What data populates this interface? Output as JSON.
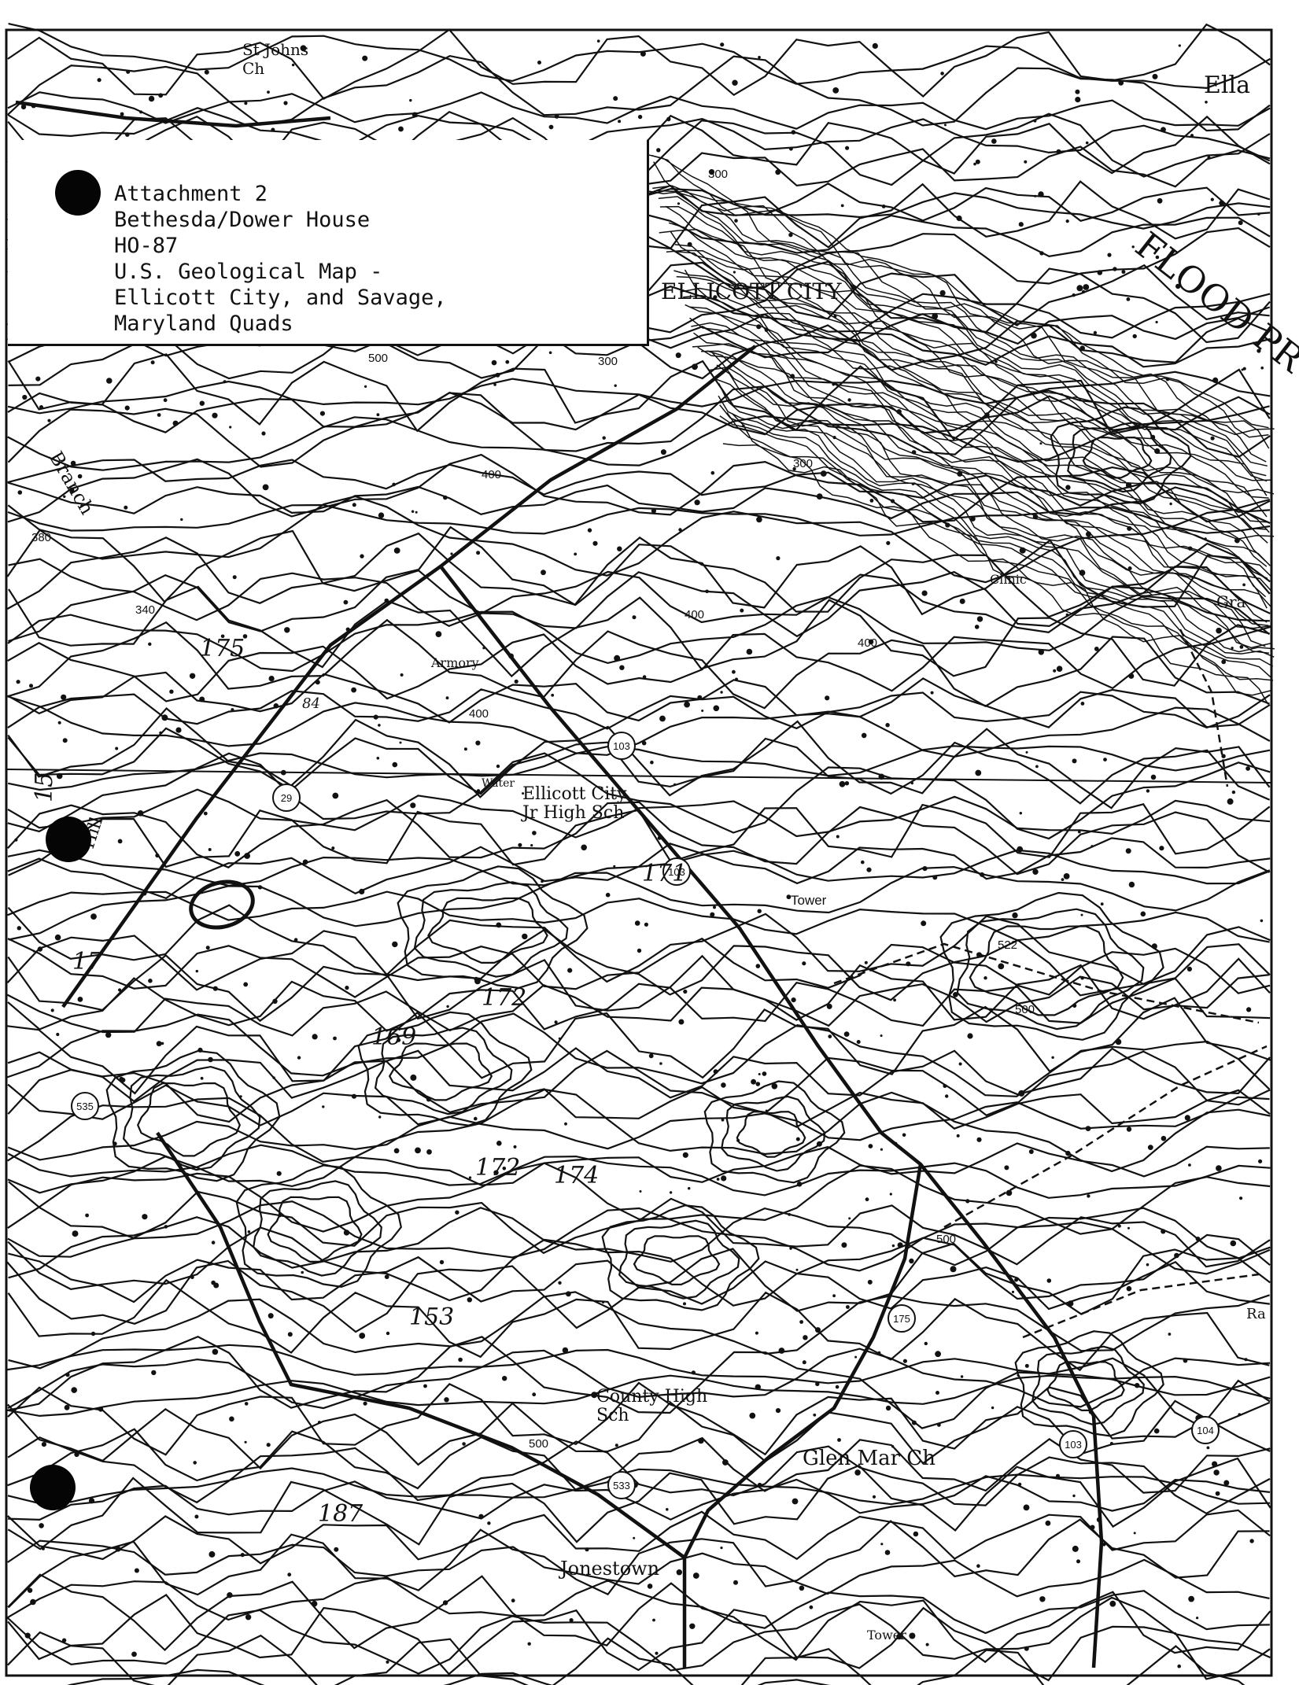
{
  "caption": {
    "lines": [
      "Attachment 2",
      "Bethesda/Dower House",
      "HO-87",
      "U.S. Geological Map -",
      "Ellicott City, and Savage,",
      "Maryland Quads"
    ]
  },
  "map": {
    "place_labels": {
      "st_johns": "St Johns",
      "ch": "Ch",
      "ella": "Ella",
      "ellicott_city_top": "ELLICOTT CITY",
      "flood_prone": "FLOOD PR",
      "armory": "Armory",
      "water": "Water",
      "ellicott_city_school": "Ellicott City",
      "jr_high": "Jr High Sch",
      "tower_mid": "Tower",
      "branch": "Branch",
      "priest_clinic": "Clinic",
      "county_high": "County High",
      "county_sch": "Sch",
      "glen_mar": "Glen Mar Ch",
      "jonestown": "Jonestown",
      "tower_bottom": "Tower",
      "grace": "Gra",
      "ra": "Ra"
    },
    "elevation_labels": [
      "300",
      "300",
      "400",
      "400",
      "400",
      "500",
      "500",
      "500",
      "380",
      "340",
      "522",
      "400",
      "300",
      "500"
    ],
    "route_shields": [
      "103",
      "103",
      "175",
      "103",
      "104",
      "533",
      "535",
      "29"
    ],
    "handwritten": [
      "175",
      "17",
      "172",
      "169",
      "172",
      "174",
      "153",
      "187",
      "15",
      "171",
      "84"
    ],
    "edge_labels": [
      "Hill"
    ]
  }
}
